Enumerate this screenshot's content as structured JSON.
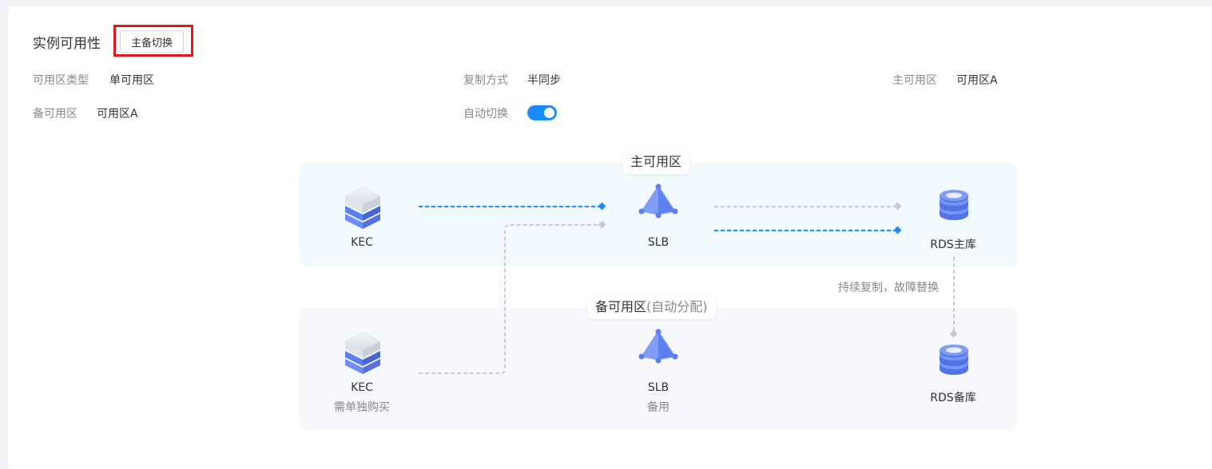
{
  "header": {
    "title": "实例可用性",
    "switch_button": "主备切换"
  },
  "info": {
    "az_type_label": "可用区类型",
    "az_type_value": "单可用区",
    "replication_label": "复制方式",
    "replication_value": "半同步",
    "primary_az_label": "主可用区",
    "primary_az_value": "可用区A",
    "backup_az_label": "备可用区",
    "backup_az_value": "可用区A",
    "auto_switch_label": "自动切换",
    "auto_switch_on": true
  },
  "diagram": {
    "primary_zone": {
      "title": "主可用区"
    },
    "backup_zone": {
      "title": "备可用区",
      "subtitle": "(自动分配)"
    },
    "nodes": {
      "kec_primary": {
        "label": "KEC",
        "icon": "server-icon"
      },
      "slb_primary": {
        "label": "SLB",
        "icon": "load-balancer-icon"
      },
      "rds_primary": {
        "label": "RDS主库",
        "icon": "database-icon"
      },
      "kec_backup": {
        "label": "KEC",
        "sub": "需单独购买",
        "icon": "server-icon"
      },
      "slb_backup": {
        "label": "SLB",
        "sub": "备用",
        "icon": "load-balancer-icon"
      },
      "rds_backup": {
        "label": "RDS备库",
        "icon": "database-icon"
      }
    },
    "replication_note": "持续复制，故障替换"
  },
  "colors": {
    "accent": "#1a8cff",
    "highlight": "#e4161b",
    "active_line": "#1a8cff",
    "inactive_line": "#c8ccd2"
  }
}
